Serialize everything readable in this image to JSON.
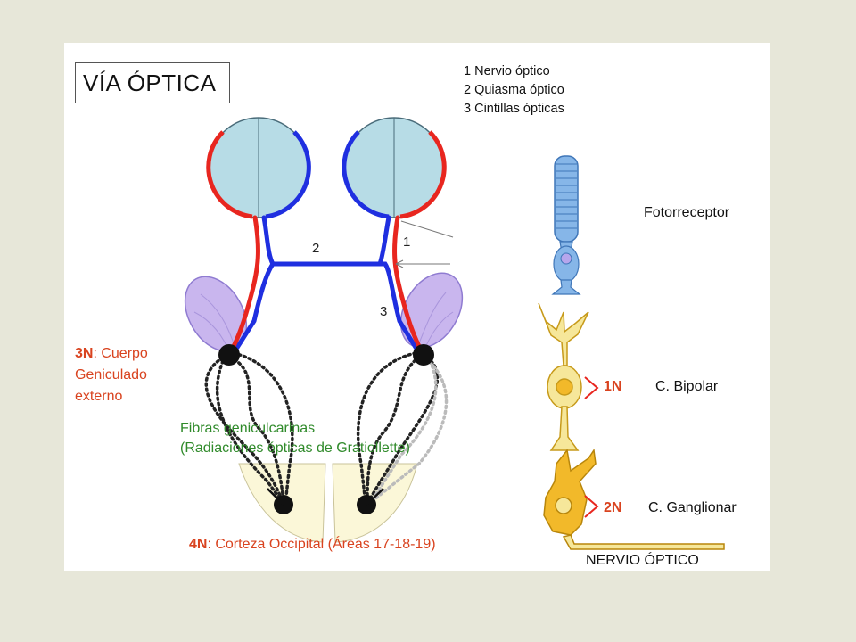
{
  "title": "VÍA ÓPTICA",
  "legend": [
    "1 Nervio óptico",
    "2 Quiasma óptico",
    "3 Cintillas ópticas"
  ],
  "markers": {
    "one": "1",
    "two": "2",
    "three": "3"
  },
  "geniculate": {
    "code": "3N",
    "text": ": Cuerpo",
    "line2": "Geniculado",
    "line3": "externo"
  },
  "fibers": {
    "line1": "Fibras geniculcarinas",
    "line2": "(Radiaciones ópticas de Gratiollette)"
  },
  "cortex": {
    "code": "4N",
    "text": ": Corteza Occipital (Áreas 17-18-19)"
  },
  "cells": {
    "photoreceptor": "Fotorreceptor",
    "bipolar_code": "1N",
    "bipolar": "C. Bipolar",
    "ganglion_code": "2N",
    "ganglion": "C. Ganglionar",
    "nerve": "NERVIO ÓPTICO"
  },
  "colors": {
    "red": "#e8261f",
    "blue": "#1f2fe0",
    "eye": "#b7dce6",
    "orange": "#d9431f",
    "green": "#2f8a2a",
    "lgn": "#c9b6ee",
    "cortex_fill": "#fbf7d8",
    "cell_yellow": "#f6e79a",
    "ganglion": "#f2b92a",
    "photoreceptor": "#86b6e8"
  }
}
